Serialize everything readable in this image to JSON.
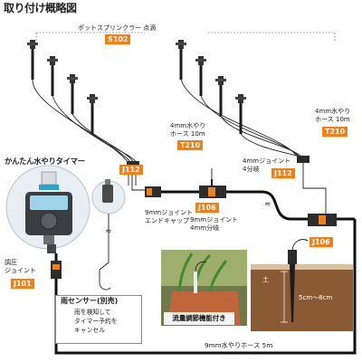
{
  "title": "取り付け概略図",
  "labels": {
    "pot_sprinkler": "ポットスプリンクラー 点滴",
    "hose4_left_1": "4mm水やり",
    "hose4_left_2": "ホース 10m",
    "hose4_right_1": "4mm水やり",
    "hose4_right_2": "ホース 10m",
    "joint4_1": "4mmジョイント",
    "joint4_2": "4分岐",
    "timer_title": "かんたん水やりタイマー",
    "endcap_1": "9mmジョイント",
    "endcap_2": "エンドキャップ",
    "joint9_1": "9mmジョイント",
    "joint9_2": "4mm分岐",
    "regulator_1": "調圧",
    "regulator_2": "ジョイント",
    "rain_title": "雨センサー(別売)",
    "rain_1": "雨を検知して",
    "rain_2": "タイマー予約を",
    "rain_3": "キャンセル",
    "flow_caption": "流量調節機能付き",
    "depth": "5cm〜8cm",
    "soil": "土",
    "hose9": "9mm水やりホース 5m"
  },
  "badges": {
    "s102": "S102",
    "t210_left": "T210",
    "t210_right": "T210",
    "j112_left": "J112",
    "j112_right": "J112",
    "j106_mid": "J106",
    "j106_right": "J106",
    "j101": "J101"
  },
  "colors": {
    "accent": "#f08019",
    "hose": "#111111",
    "soil": "#8a5a35"
  }
}
